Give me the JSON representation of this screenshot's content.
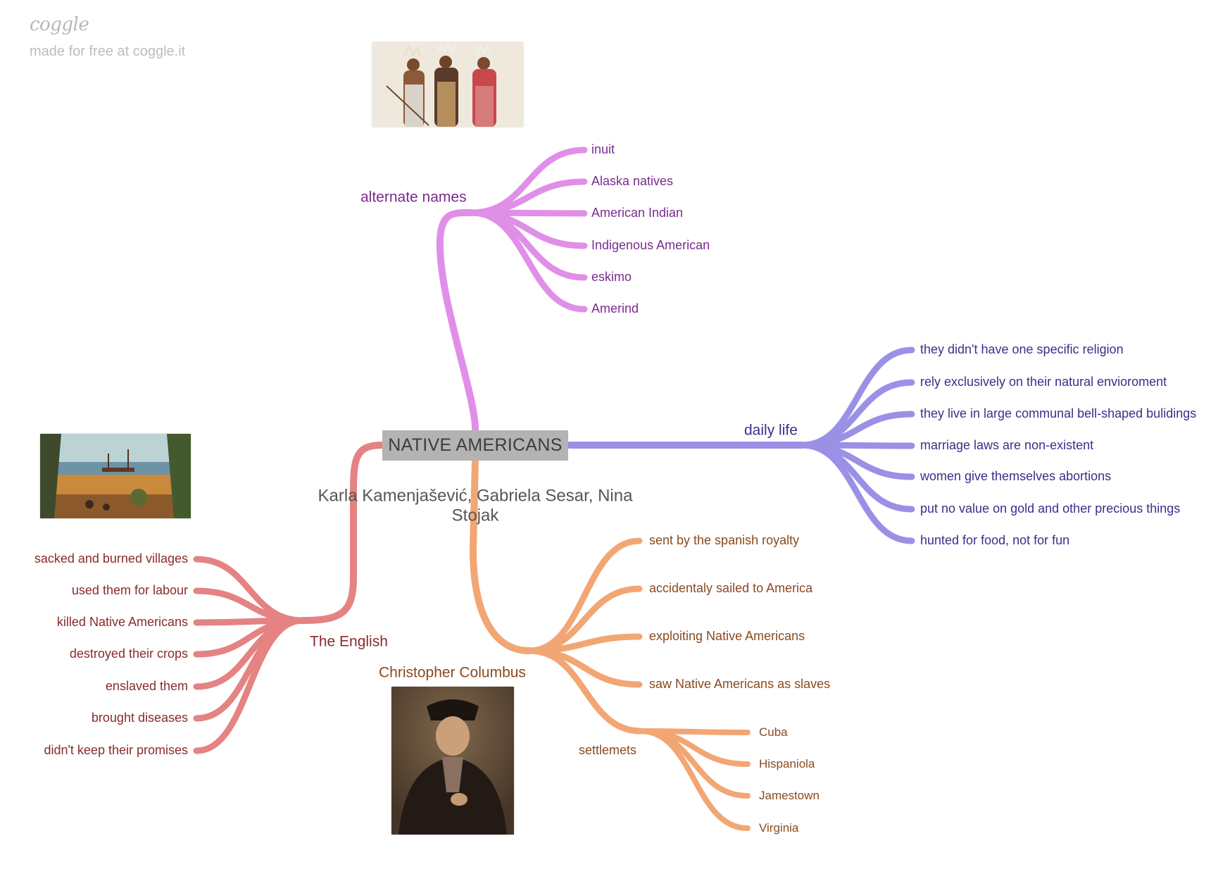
{
  "watermark": {
    "brand": "coggle",
    "tagline": "made for free at coggle.it"
  },
  "root": {
    "title": "NATIVE AMERICANS",
    "authors": "Karla Kamenjašević, Gabriela Sesar, Nina Stojak"
  },
  "branches": {
    "alternate_names": {
      "label": "alternate names",
      "color": "#e08fe8",
      "text_color": "#7a2b8f",
      "children": [
        "inuit",
        "Alaska natives",
        "American Indian",
        "Indigenous American",
        "eskimo",
        "Amerind"
      ]
    },
    "daily_life": {
      "label": "daily life",
      "color": "#9a90e6",
      "text_color": "#3a2f8a",
      "children": [
        "they didn't have one specific religion",
        "rely exclusively on their natural envioroment",
        "they live in large communal bell-shaped bulidings",
        "marriage laws are non-existent",
        "women give themselves abortions",
        "put no value on gold and other precious things",
        "hunted for food, not for fun"
      ]
    },
    "the_english": {
      "label": "The English",
      "color": "#e58282",
      "text_color": "#8a2a2a",
      "children": [
        "sacked and burned villages",
        "used them for labour",
        "killed Native Americans",
        "destroyed their crops",
        "enslaved them",
        "brought diseases",
        "didn't keep their promises"
      ]
    },
    "christopher_columbus": {
      "label": "Christopher Columbus",
      "color": "#f2a674",
      "text_color": "#8a4a1f",
      "children": [
        "sent by the spanish royalty",
        "accidentaly sailed to America",
        "exploiting Native Americans",
        "saw Native Americans as slaves"
      ],
      "settlements": {
        "label": "settlemets",
        "children": [
          "Cuba",
          "Hispaniola",
          "Jamestown",
          "Virginia"
        ]
      }
    }
  },
  "images": {
    "top": "native-chiefs-photo",
    "left": "colonial-settlement-painting",
    "bottom": "columbus-portrait"
  }
}
